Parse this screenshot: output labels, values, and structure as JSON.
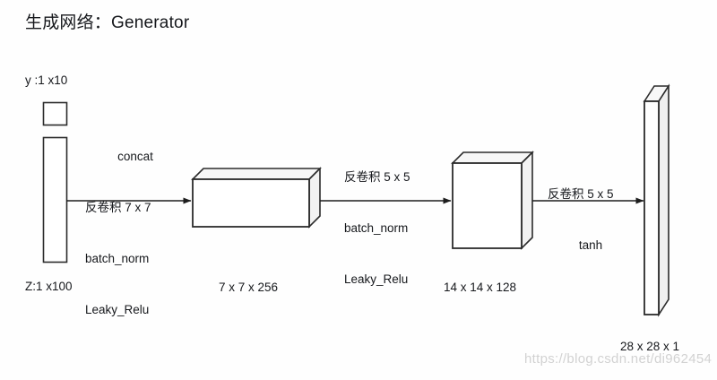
{
  "title": "生成网络：Generator",
  "diagram": {
    "type": "neural-network-architecture",
    "nodes": [
      {
        "id": "y-input",
        "label": "y :1 x10",
        "shape": "rect-2d",
        "role": "class-label-input"
      },
      {
        "id": "z-input",
        "label": "Z:1 x100",
        "shape": "rect-2d",
        "role": "noise-vector-input"
      },
      {
        "id": "fm1",
        "label": "7 x 7 x 256",
        "shape": "cuboid",
        "role": "feature-map"
      },
      {
        "id": "fm2",
        "label": "14 x 14 x 128",
        "shape": "cuboid",
        "role": "feature-map"
      },
      {
        "id": "output",
        "label": "28 x 28 x 1",
        "shape": "slab",
        "role": "generated-image"
      }
    ],
    "edges": [
      {
        "id": "edge-1",
        "from": "inputs",
        "to": "fm1",
        "ops": [
          "concat",
          "反卷积 7 x 7",
          "batch_norm",
          "Leaky_Relu"
        ]
      },
      {
        "id": "edge-2",
        "from": "fm1",
        "to": "fm2",
        "ops": [
          "反卷积 5 x 5",
          "batch_norm",
          "Leaky_Relu"
        ]
      },
      {
        "id": "edge-3",
        "from": "fm2",
        "to": "output",
        "ops": [
          "反卷积 5 x 5",
          "tanh"
        ]
      }
    ]
  },
  "labels": {
    "y_input": "y :1 x10",
    "z_input": "Z:1 x100",
    "fm1": "7 x 7 x 256",
    "fm2": "14 x 14 x 128",
    "output": "28 x 28 x 1",
    "edge1_line1": "concat",
    "edge1_line2": "反卷积 7 x 7",
    "edge1_line3": "batch_norm",
    "edge1_line4": "Leaky_Relu",
    "edge2_line1": "反卷积 5 x 5",
    "edge2_line2": "batch_norm",
    "edge2_line3": "Leaky_Relu",
    "edge3_line1": "反卷积 5 x 5",
    "edge3_line2": "tanh"
  },
  "watermark": "https://blog.csdn.net/di962454",
  "colors": {
    "background": "#fefefe",
    "stroke": "#2b2b2b",
    "text": "#16181c",
    "watermark": "#d2d2d2",
    "face_fill": "#ffffff",
    "face_shade": "#f7f7f7"
  }
}
